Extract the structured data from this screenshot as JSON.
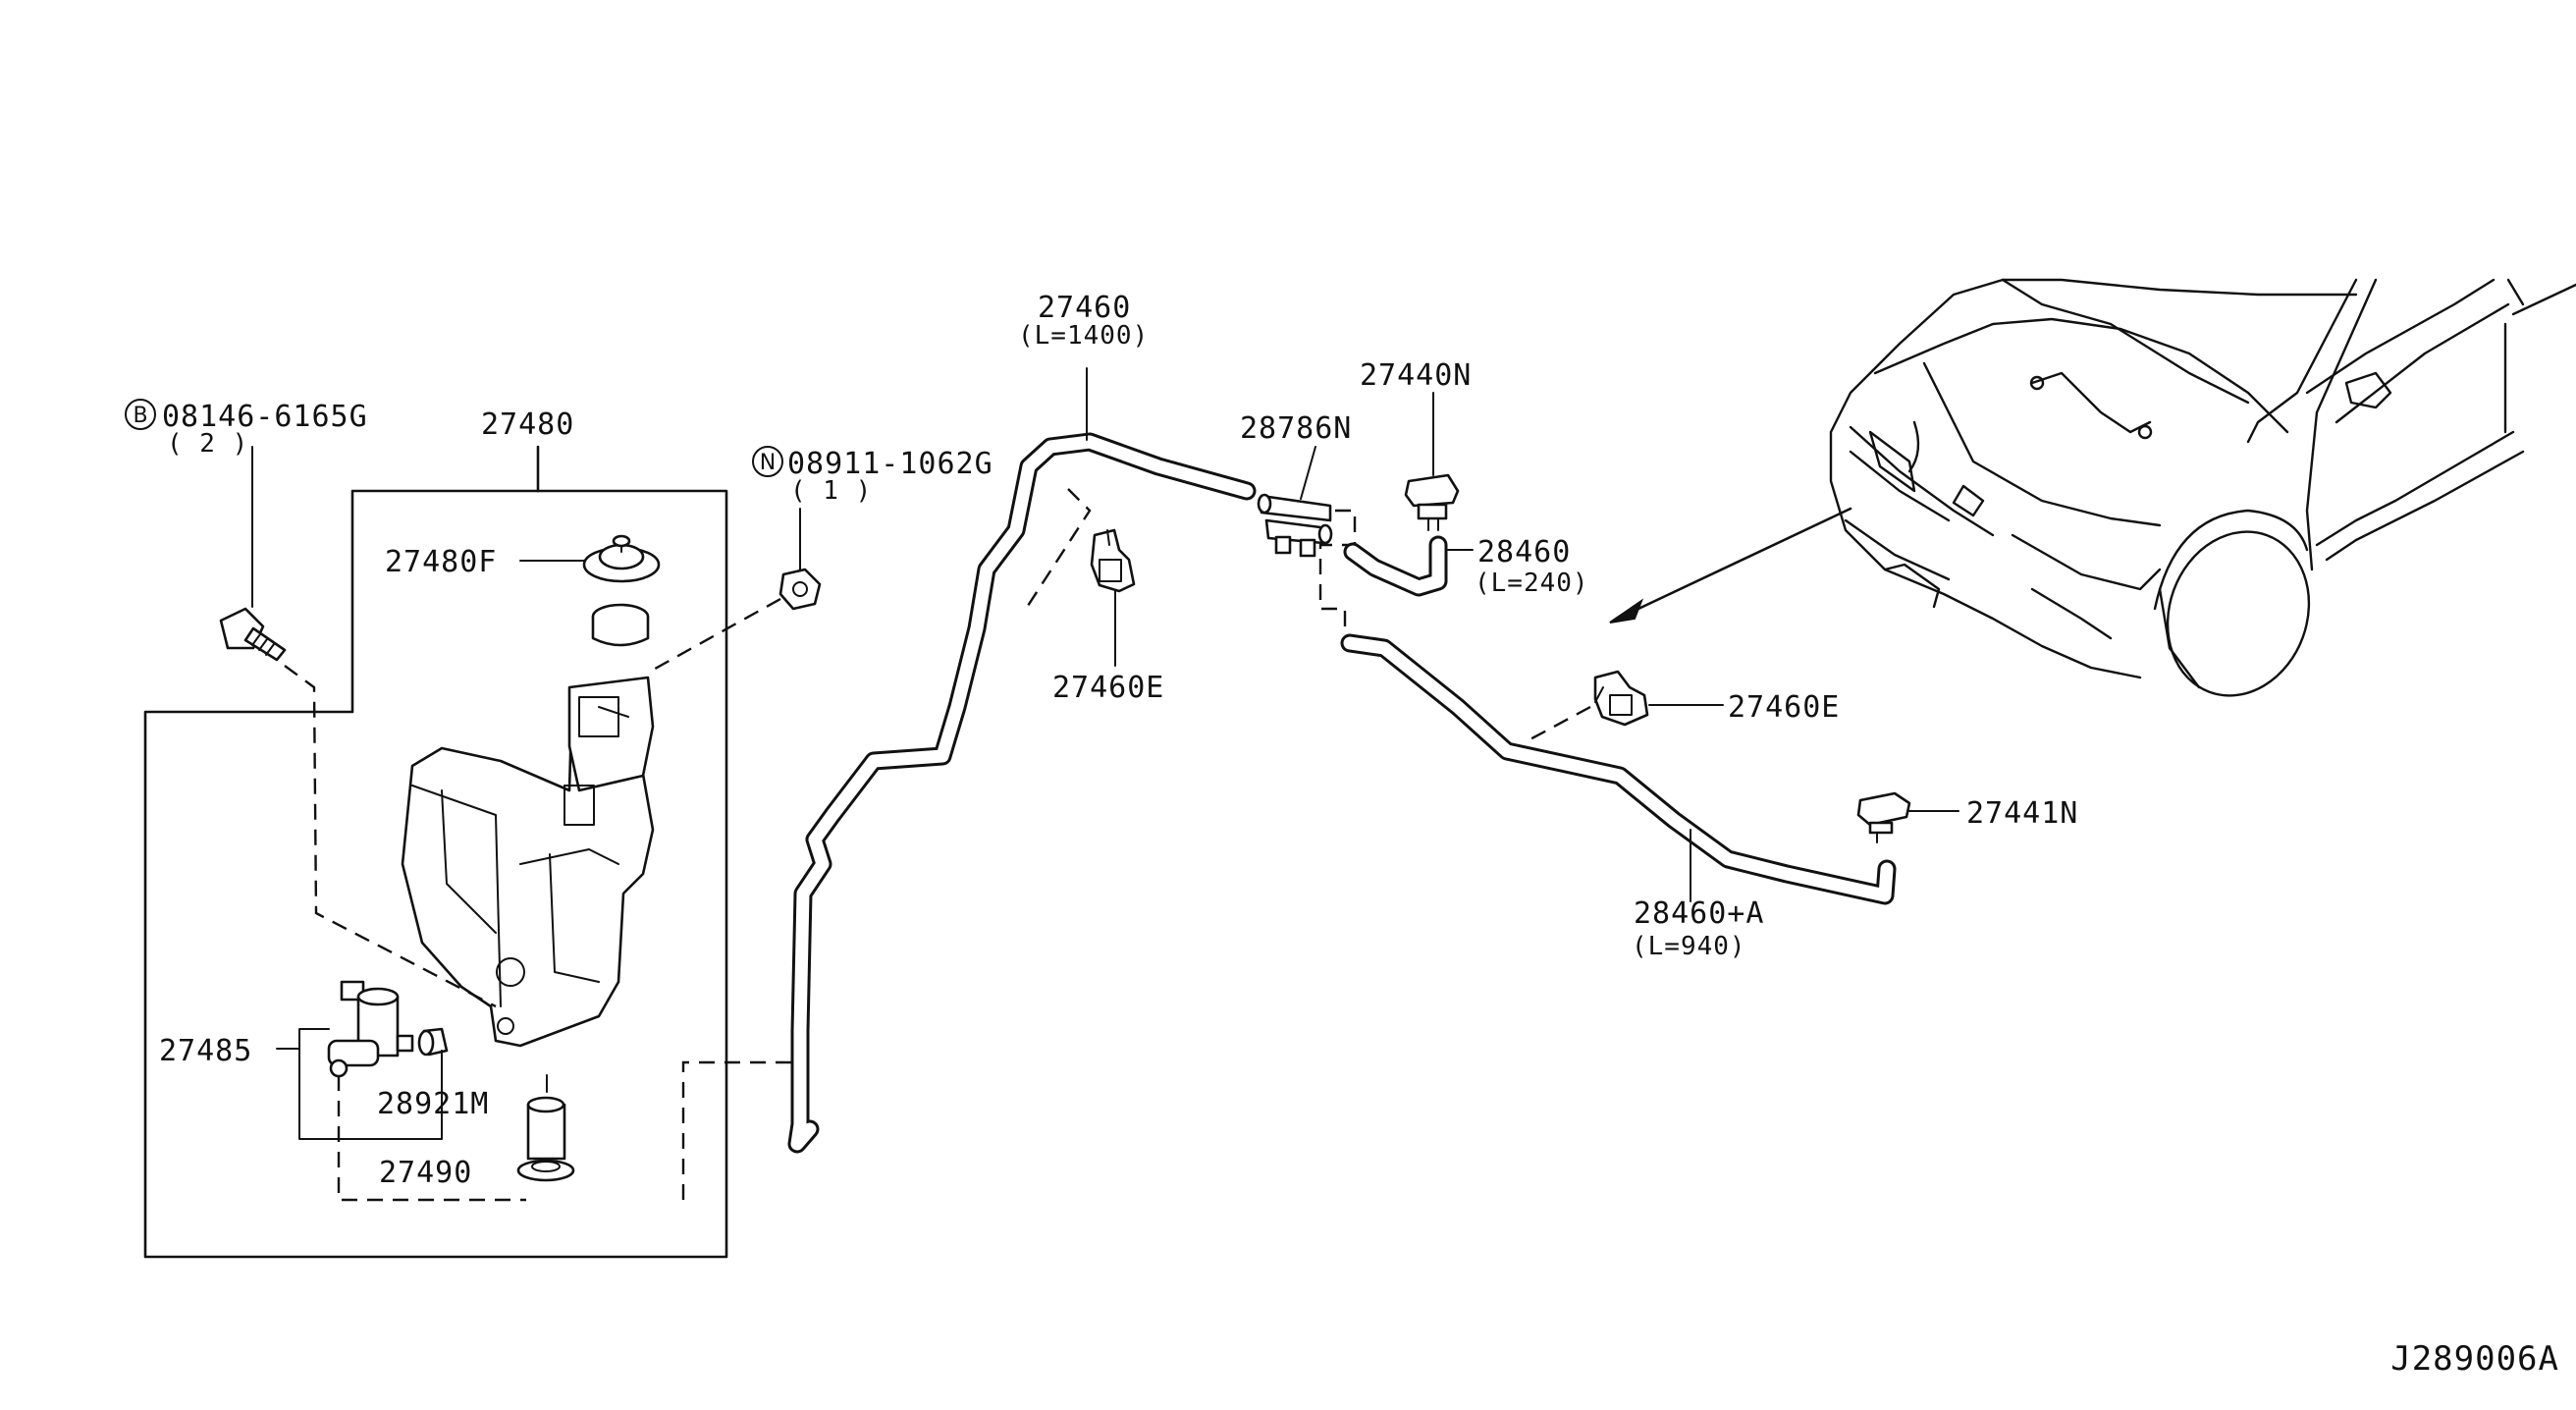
{
  "diagram_id": "J289006A",
  "bolt": {
    "symbol": "B",
    "part_no": "08146-6165G",
    "qty": "( 2 )"
  },
  "nut": {
    "symbol": "N",
    "part_no": "08911-1062G",
    "qty": "( 1 )"
  },
  "parts": {
    "tank_assembly": "27480",
    "filler_cap": "27480F",
    "pump": "27485",
    "grommet": "28921M",
    "strainer": "27490",
    "hose_main": "27460",
    "hose_main_length": "(L=1400)",
    "connector": "28786N",
    "nozzle_left": "27440N",
    "hose_short": "28460",
    "hose_short_length": "(L=240)",
    "clip_upper": "27460E",
    "clip_lower": "27460E",
    "nozzle_right": "27441N",
    "hose_long": "28460+A",
    "hose_long_length": "(L=940)"
  }
}
